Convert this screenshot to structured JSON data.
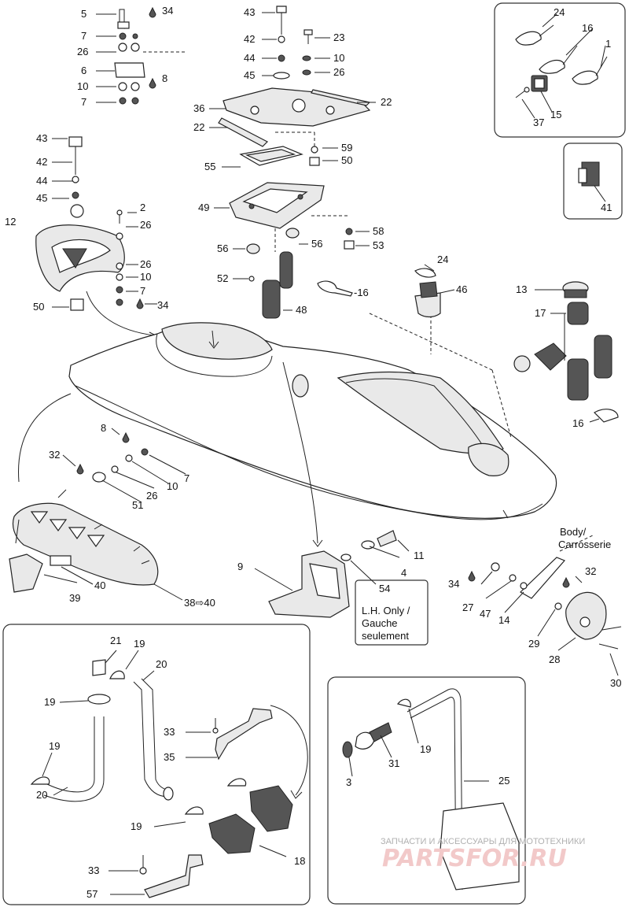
{
  "labels": {
    "n1": "1",
    "n2": "2",
    "n3": "3",
    "n4": "4",
    "n5": "5",
    "n6": "6",
    "n7": "7",
    "n8": "8",
    "n9": "9",
    "n10": "10",
    "n11": "11",
    "n12": "12",
    "n13": "13",
    "n14": "14",
    "n15": "15",
    "n16": "16",
    "n17": "17",
    "n18": "18",
    "n19": "19",
    "n20": "20",
    "n21": "21",
    "n22": "22",
    "n23": "23",
    "n24": "24",
    "n25": "25",
    "n26": "26",
    "n27": "27",
    "n28": "28",
    "n29": "29",
    "n30": "30",
    "n31": "31",
    "n32": "32",
    "n33": "33",
    "n34": "34",
    "n35": "35",
    "n36": "36",
    "n37": "37",
    "n38": "38⇨40",
    "n39": "39",
    "n40": "40",
    "n41": "41",
    "n42": "42",
    "n43": "43",
    "n44": "44",
    "n45": "45",
    "n46": "46",
    "n47": "47",
    "n48": "48",
    "n49": "49",
    "n50": "50",
    "n51": "51",
    "n52": "52",
    "n53": "53",
    "n54": "54",
    "n55": "55",
    "n56": "56",
    "n57": "57",
    "n58": "58",
    "n59": "59",
    "n16neg": "-16"
  },
  "notes": {
    "body_line1": "Body/",
    "body_line2": "Carrosserie",
    "lh_line1": "L.H. Only /",
    "lh_line2": "Gauche",
    "lh_line3": "seulement"
  },
  "watermark": {
    "top": "ЗАПЧАСТИ И АКСЕССУАРЫ ДЛЯ МОТОТЕХНИКИ",
    "brand": "PARTSFOR.RU"
  }
}
